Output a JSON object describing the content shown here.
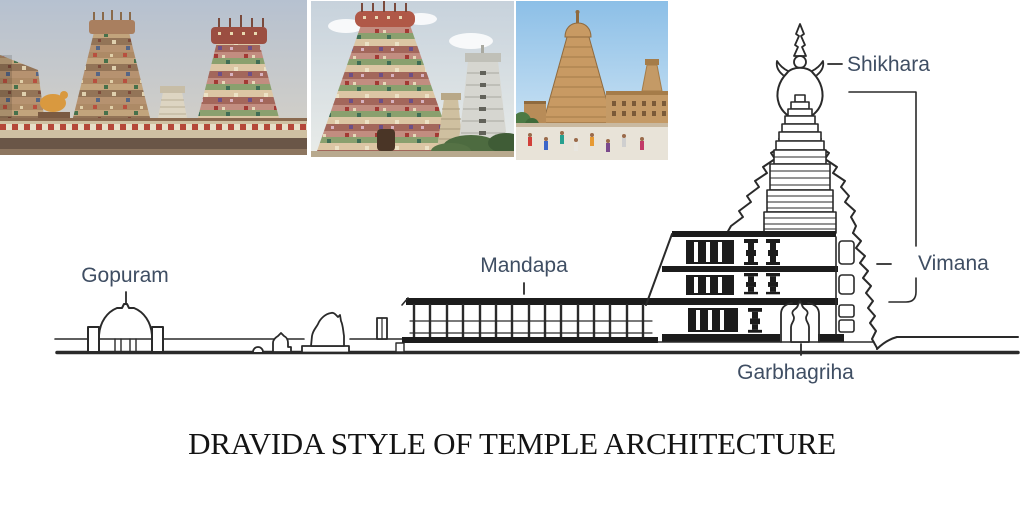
{
  "page": {
    "background": "#ffffff",
    "caption": "DRAVIDA STYLE OF TEMPLE ARCHITECTURE"
  },
  "diagram": {
    "labels": {
      "shikhara": "Shikhara",
      "vimana": "Vimana",
      "gopuram": "Gopuram",
      "mandapa": "Mandapa",
      "garbhagriha": "Garbhagriha"
    },
    "colors": {
      "label": "#3f4e63",
      "line": "#2a2a2a",
      "caption": "#141414"
    }
  },
  "photos": [
    {
      "name": "meenakshi-gopurams-photo"
    },
    {
      "name": "srirangam-gopuram-photo"
    },
    {
      "name": "brihadisvara-temple-photo"
    }
  ]
}
